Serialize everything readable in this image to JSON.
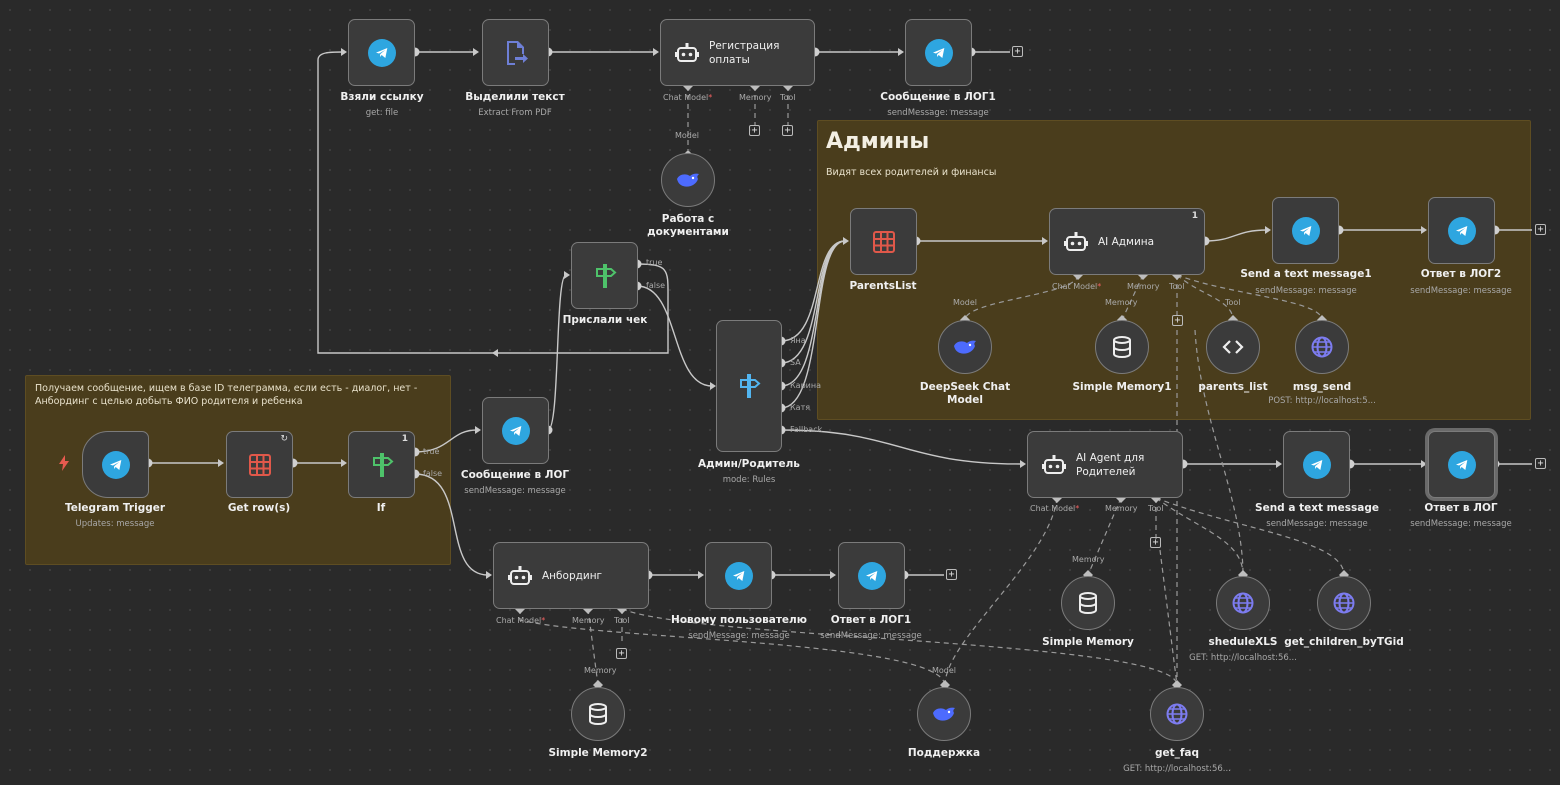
{
  "stickies": {
    "admins": {
      "title": "Админы",
      "text": "Видят всех родителей и финансы"
    },
    "intro": {
      "text": "Получаем сообщение, ищем в базе ID телеграмма, если есть - диалог, нет - Анбординг с целью добыть ФИО родителя и ребенка"
    }
  },
  "nodes": {
    "vzyali": {
      "label": "Взяли ссылку",
      "sub": "get: file"
    },
    "vydelili": {
      "label": "Выделили текст",
      "sub": "Extract From PDF"
    },
    "registracia": {
      "title": "Регистрация оплаты"
    },
    "soob_log1": {
      "label": "Сообщение в ЛОГ1",
      "sub": "sendMessage: message"
    },
    "rabota": {
      "label": "Работа с документами"
    },
    "prislali": {
      "label": "Прислали чек"
    },
    "parentslist": {
      "label": "ParentsList"
    },
    "ai_admina": {
      "title": "AI Админа",
      "badge": "1"
    },
    "send1": {
      "label": "Send a text message1",
      "sub": "sendMessage: message"
    },
    "otvet_log2": {
      "label": "Ответ в ЛОГ2",
      "sub": "sendMessage: message"
    },
    "deepseek": {
      "label": "DeepSeek Chat Model"
    },
    "memory1": {
      "label": "Simple Memory1"
    },
    "parents_list": {
      "label": "parents_list"
    },
    "msg_send": {
      "label": "msg_send",
      "sub": "POST: http://localhost:5..."
    },
    "admin_rod": {
      "label": "Админ/Родитель",
      "sub": "mode: Rules"
    },
    "tg_trigger": {
      "label": "Telegram Trigger",
      "sub": "Updates: message"
    },
    "get_rows": {
      "label": "Get row(s)"
    },
    "if_node": {
      "label": "If",
      "badge": "1"
    },
    "soob_log": {
      "label": "Сообщение в ЛОГ",
      "sub": "sendMessage: message"
    },
    "ai_agent": {
      "title": "AI Agent для Родителей"
    },
    "send": {
      "label": "Send a text message",
      "sub": "sendMessage: message"
    },
    "otvet_log": {
      "label": "Ответ в ЛОГ",
      "sub": "sendMessage: message"
    },
    "anbording": {
      "title": "Анбординг"
    },
    "novomu": {
      "label": "Новому пользователю",
      "sub": "sendMessage: message"
    },
    "otvet_log1": {
      "label": "Ответ в ЛОГ1",
      "sub": "sendMessage: message"
    },
    "memory": {
      "label": "Simple Memory"
    },
    "shedule": {
      "label": "sheduleXLS",
      "sub": "GET: http://localhost:56..."
    },
    "get_children": {
      "label": "get_children_byTGid"
    },
    "memory2": {
      "label": "Simple Memory2"
    },
    "podderzhka": {
      "label": "Поддержка"
    },
    "get_faq": {
      "label": "get_faq",
      "sub": "GET: http://localhost:56..."
    }
  },
  "ports": {
    "chat_model": "Chat Model",
    "chat_model_req": "*",
    "memory": "Memory",
    "tool": "Tool",
    "model": "Model",
    "true": "true",
    "false": "false",
    "out_yana": "Яна",
    "out_sa": "SA",
    "out_karina": "Карина",
    "out_katya": "Катя",
    "fallback": "Fallback"
  },
  "colors": {
    "telegram": "#2ea6e0",
    "sheets": "#e0584a",
    "switch": "#52b5f0",
    "if_green": "#4ec26a",
    "deepseek": "#4d6bfe",
    "http": "#7d7cf0",
    "pdf": "#6e7fd6",
    "sticky_bg": "#4a3d1c"
  },
  "icons": {
    "telegram": "telegram-icon",
    "robot": "robot-icon",
    "sheets": "sheets-grid-icon",
    "if": "if-signpost-icon",
    "switch": "switch-icon",
    "deepseek": "deepseek-whale-icon",
    "database": "database-icon",
    "globe": "globe-icon",
    "code": "code-icon",
    "pdf": "file-extract-icon",
    "bolt": "lightning-icon",
    "plus": "+"
  }
}
